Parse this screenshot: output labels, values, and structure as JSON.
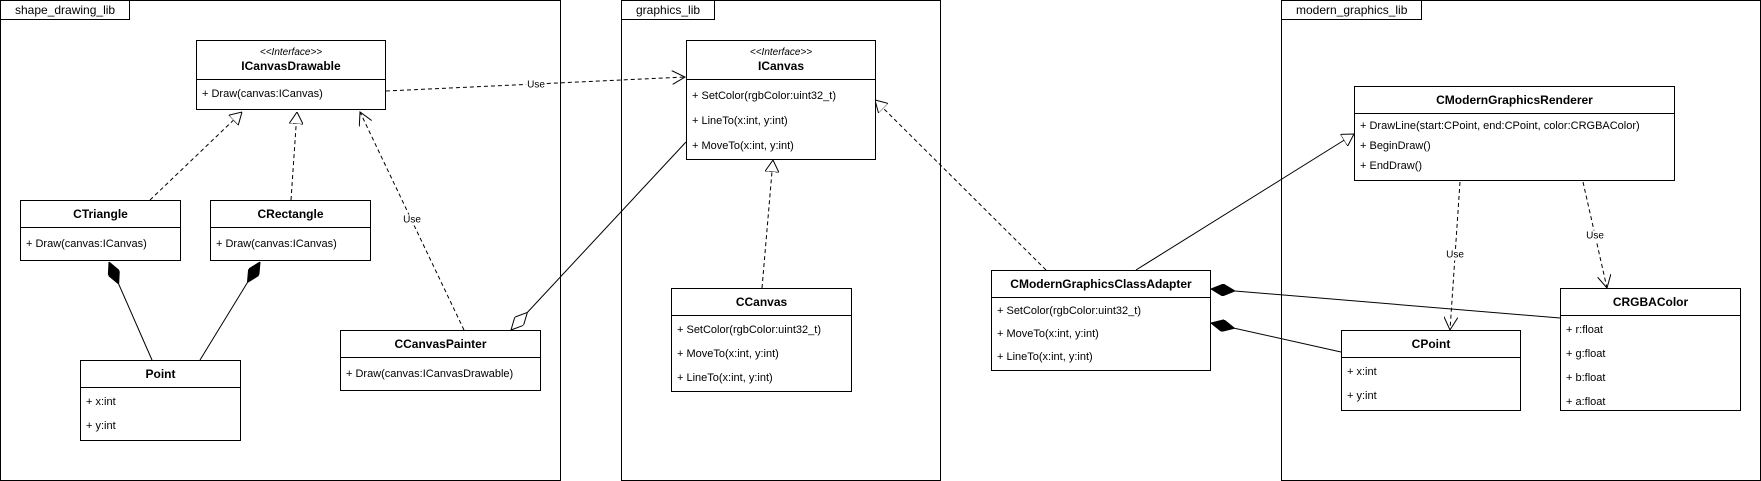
{
  "packages": {
    "shape": "shape_drawing_lib",
    "graphics": "graphics_lib",
    "modern": "modern_graphics_lib"
  },
  "classes": {
    "icanvasdrawable": {
      "stereotype": "<<Interface>>",
      "name": "ICanvasDrawable",
      "members": [
        "+ Draw(canvas:ICanvas)"
      ]
    },
    "ctriangle": {
      "name": "CTriangle",
      "members": [
        "+ Draw(canvas:ICanvas)"
      ]
    },
    "crectangle": {
      "name": "CRectangle",
      "members": [
        "+ Draw(canvas:ICanvas)"
      ]
    },
    "point": {
      "name": "Point",
      "members": [
        "+ x:int",
        "+ y:int"
      ]
    },
    "ccanvaspainter": {
      "name": "CCanvasPainter",
      "members": [
        "+ Draw(canvas:ICanvasDrawable)"
      ]
    },
    "icanvas": {
      "stereotype": "<<Interface>>",
      "name": "ICanvas",
      "members": [
        "+ SetColor(rgbColor:uint32_t)",
        "+ LineTo(x:int, y:int)",
        "+ MoveTo(x:int, y:int)"
      ]
    },
    "ccanvas": {
      "name": "CCanvas",
      "members": [
        "+ SetColor(rgbColor:uint32_t)",
        "+ MoveTo(x:int, y:int)",
        "+ LineTo(x:int, y:int)"
      ]
    },
    "adapter": {
      "name": "CModernGraphicsClassAdapter",
      "members": [
        "+ SetColor(rgbColor:uint32_t)",
        "+ MoveTo(x:int, y:int)",
        "+ LineTo(x:int, y:int)"
      ]
    },
    "renderer": {
      "name": "CModernGraphicsRenderer",
      "members": [
        "+ DrawLine(start:CPoint, end:CPoint, color:CRGBAColor)",
        "+ BeginDraw()",
        "+ EndDraw()"
      ]
    },
    "cpoint": {
      "name": "CPoint",
      "members": [
        "+ x:int",
        "+ y:int"
      ]
    },
    "crgbacolor": {
      "name": "CRGBAColor",
      "members": [
        "+ r:float",
        "+ g:float",
        "+ b:float",
        "+ a:float"
      ]
    }
  },
  "relations": {
    "use_label": "Use"
  }
}
